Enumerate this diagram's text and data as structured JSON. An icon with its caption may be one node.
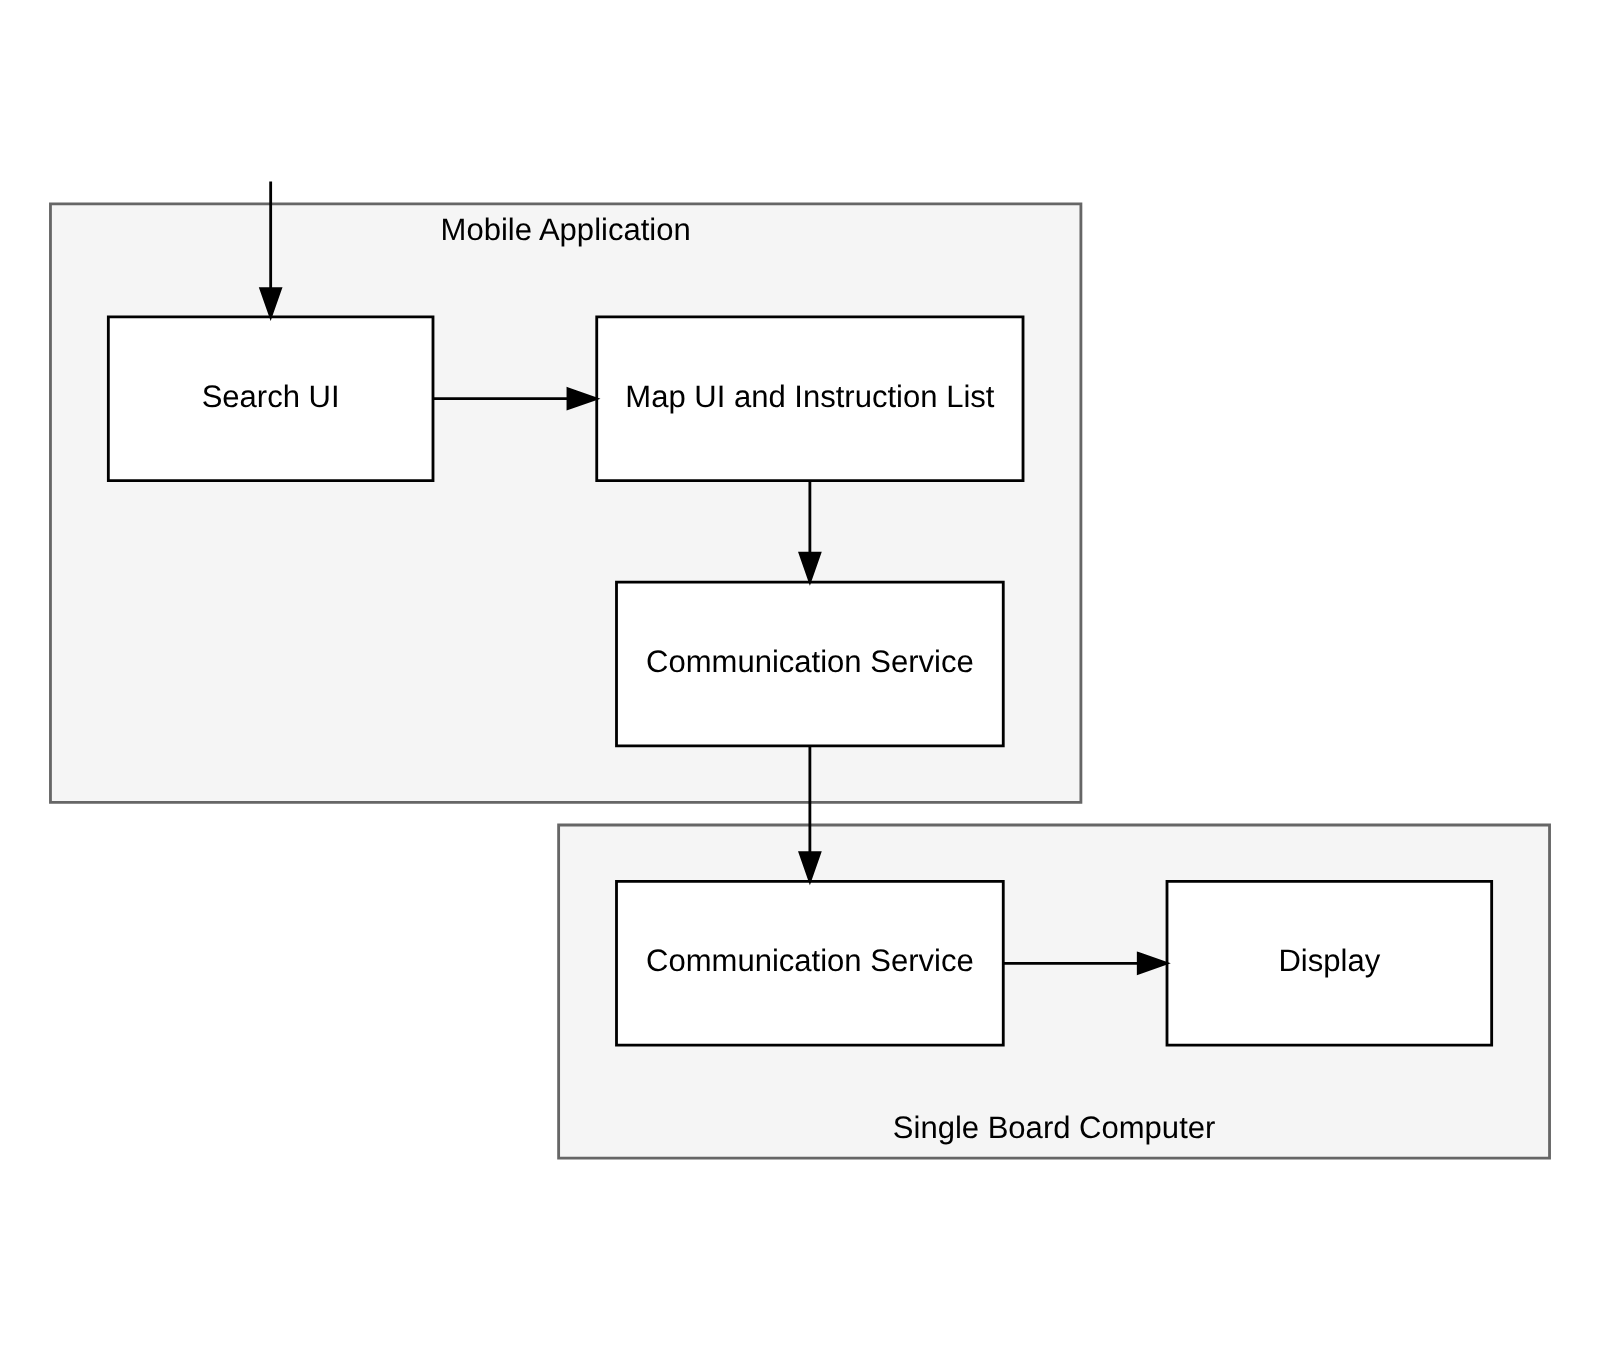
{
  "diagram": {
    "nodes": [
      {
        "text": [
          "Mobile Application"
        ]
      },
      {
        "text": [
          "Search UI"
        ],
        "in": 0
      },
      {
        "text": [
          "Map UI and Instruction List"
        ],
        "in": 0
      },
      {
        "text": [
          "Communication Service"
        ],
        "in": 0
      },
      {
        "text": [
          "Single Board Computer"
        ]
      },
      {
        "text": [
          "Communication Service"
        ],
        "in": 4
      },
      {
        "text": [
          "Display"
        ],
        "in": 4
      }
    ],
    "edges": [
      {
        "from": null,
        "to": 1,
        "arrow": "to"
      },
      {
        "from": 1,
        "to": 2,
        "arrow": "to"
      },
      {
        "from": 2,
        "to": 3,
        "arrow": "to"
      },
      {
        "from": 3,
        "to": 5,
        "arrow": "to"
      },
      {
        "from": 5,
        "to": 6,
        "arrow": "to"
      }
    ]
  }
}
